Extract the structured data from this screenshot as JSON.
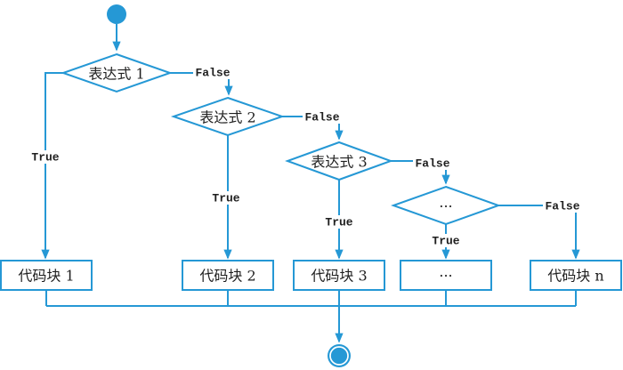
{
  "meta": {
    "accent_color": "#2598d5",
    "text_color": "#1f1f1f",
    "background_color": "#ffffff"
  },
  "flowchart": {
    "kind": "if-elif-else decision chain",
    "decisions": [
      {
        "label": "表达式 1"
      },
      {
        "label": "表达式 2"
      },
      {
        "label": "表达式 3"
      },
      {
        "label": "···"
      }
    ],
    "blocks": [
      {
        "label": "代码块 1"
      },
      {
        "label": "代码块 2"
      },
      {
        "label": "代码块 3"
      },
      {
        "label": "···"
      },
      {
        "label": "代码块 n"
      }
    ],
    "branch_labels": {
      "true": "True",
      "false": "False"
    }
  }
}
